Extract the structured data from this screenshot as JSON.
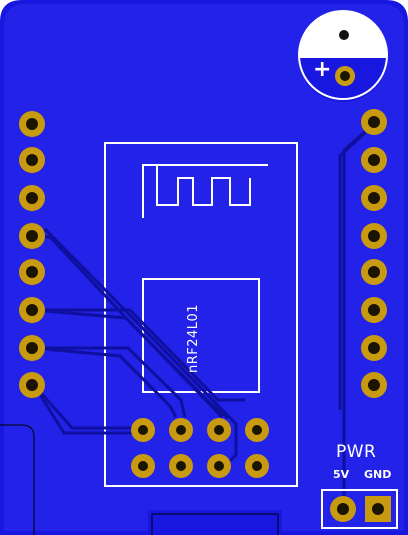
{
  "board": {
    "colors": {
      "substrate": "#1717e0",
      "copper": "#2f2fd6",
      "trace": "#1a1aa8",
      "silkscreen": "#ffffff",
      "pad": "#c89a10",
      "pad_hole": "#1a1400",
      "outline": "#000000"
    },
    "module_label": "nRF24L01",
    "power_header": {
      "title": "PWR",
      "pins": [
        "5V",
        "GND"
      ]
    },
    "capacitor": {
      "polarity_mark": "+"
    },
    "left_header_pins": 8,
    "right_header_pins": 8,
    "module_pins": 8
  }
}
